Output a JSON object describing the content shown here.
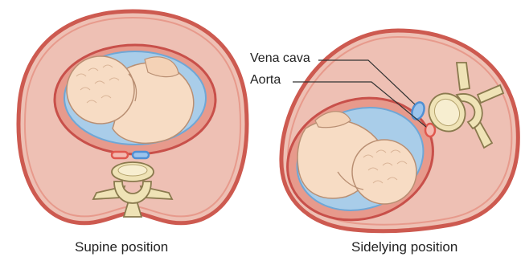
{
  "captions": {
    "supine": "Supine position",
    "sidelying": "Sidelying position"
  },
  "labels": {
    "vena_cava": "Vena cava",
    "aorta": "Aorta"
  },
  "colors": {
    "abdomen_outer": "#cd5a50",
    "abdomen_fill": "#eec0b4",
    "uterus_wall": "#d97a6a",
    "amniotic_fluid": "#a9cde9",
    "baby_skin": "#f7dcc4",
    "vertebra": "#efe3b6",
    "aorta": "#e0584e",
    "vena_cava": "#4f8fd3"
  }
}
